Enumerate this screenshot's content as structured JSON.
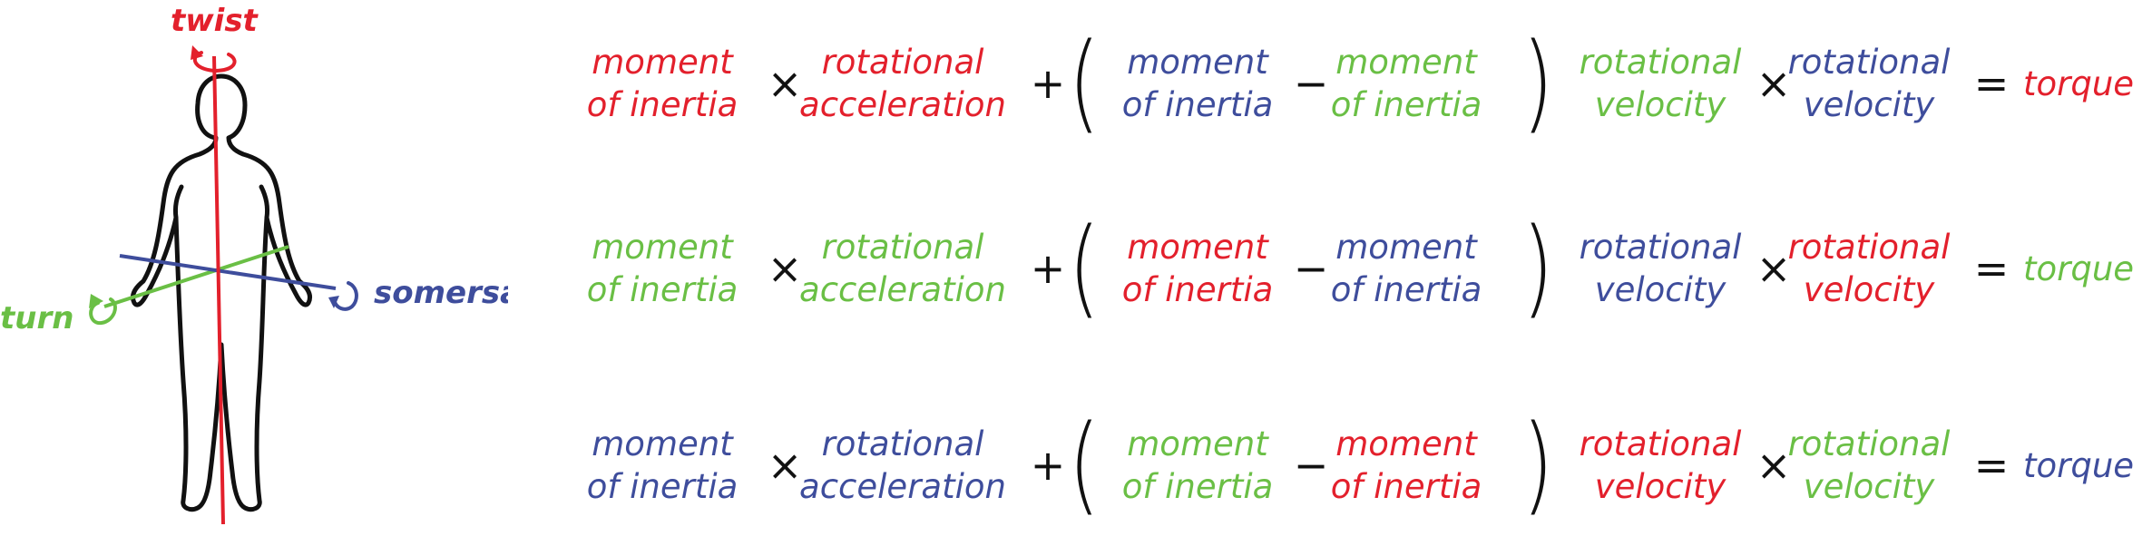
{
  "colors": {
    "red": "#e3202c",
    "green": "#6abf45",
    "blue": "#3e4d9c",
    "black": "#111111"
  },
  "axes": {
    "twist": {
      "label": "twist",
      "color": "red"
    },
    "turn": {
      "label": "turn",
      "color": "green"
    },
    "somersault": {
      "label": "somersault",
      "color": "blue"
    }
  },
  "operators": {
    "times": "×",
    "plus": "+",
    "minus": "−",
    "equals": "=",
    "lparen": "(",
    "rparen": ")"
  },
  "equations": [
    {
      "term1": {
        "line1": "moment",
        "line2": "of inertia",
        "color": "red"
      },
      "term2": {
        "line1": "rotational",
        "line2": "acceleration",
        "color": "red"
      },
      "term3": {
        "line1": "moment",
        "line2": "of inertia",
        "color": "blue"
      },
      "term4": {
        "line1": "moment",
        "line2": "of inertia",
        "color": "green"
      },
      "term5": {
        "line1": "rotational",
        "line2": "velocity",
        "color": "green"
      },
      "term6": {
        "line1": "rotational",
        "line2": "velocity",
        "color": "blue"
      },
      "result": {
        "text": "torque",
        "color": "red"
      }
    },
    {
      "term1": {
        "line1": "moment",
        "line2": "of inertia",
        "color": "green"
      },
      "term2": {
        "line1": "rotational",
        "line2": "acceleration",
        "color": "green"
      },
      "term3": {
        "line1": "moment",
        "line2": "of inertia",
        "color": "red"
      },
      "term4": {
        "line1": "moment",
        "line2": "of inertia",
        "color": "blue"
      },
      "term5": {
        "line1": "rotational",
        "line2": "velocity",
        "color": "blue"
      },
      "term6": {
        "line1": "rotational",
        "line2": "velocity",
        "color": "red"
      },
      "result": {
        "text": "torque",
        "color": "green"
      }
    },
    {
      "term1": {
        "line1": "moment",
        "line2": "of inertia",
        "color": "blue"
      },
      "term2": {
        "line1": "rotational",
        "line2": "acceleration",
        "color": "blue"
      },
      "term3": {
        "line1": "moment",
        "line2": "of inertia",
        "color": "green"
      },
      "term4": {
        "line1": "moment",
        "line2": "of inertia",
        "color": "red"
      },
      "term5": {
        "line1": "rotational",
        "line2": "velocity",
        "color": "red"
      },
      "term6": {
        "line1": "rotational",
        "line2": "velocity",
        "color": "green"
      },
      "result": {
        "text": "torque",
        "color": "blue"
      }
    }
  ]
}
